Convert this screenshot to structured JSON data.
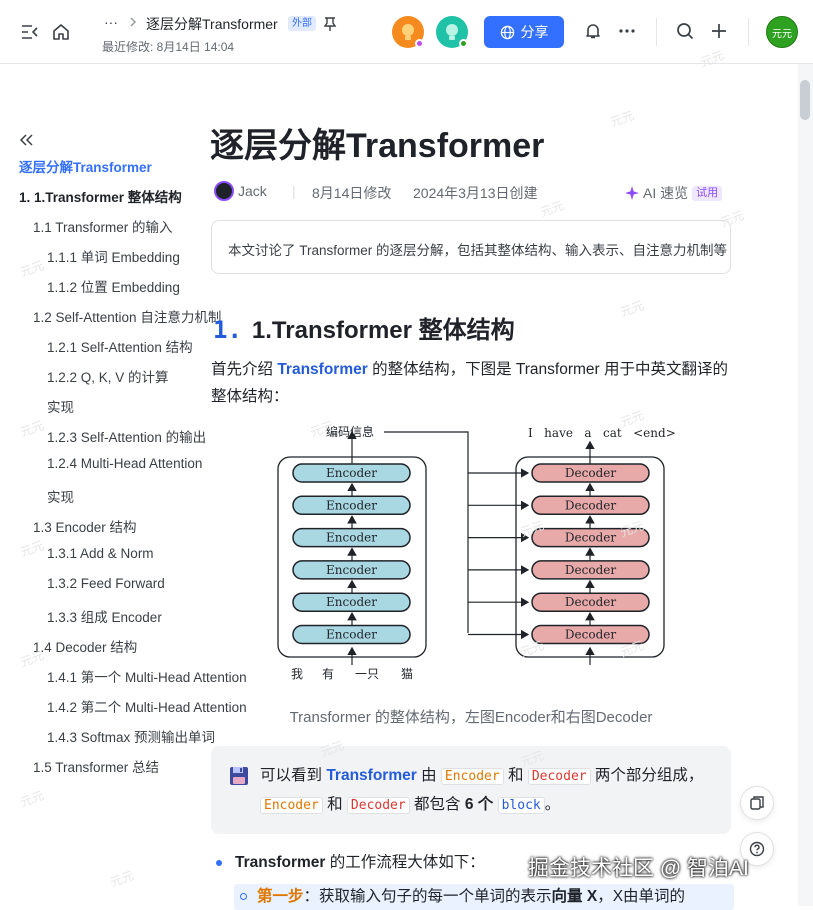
{
  "header": {
    "title": "逐层分解Transformer",
    "badge": "外部",
    "last_modified": "最近修改: 8月14日 14:04",
    "share_label": "分享",
    "user_avatar": "元元",
    "breadcrumb_more": "···"
  },
  "toc": {
    "items": [
      {
        "label": "逐层分解Transformer",
        "level": 0,
        "state": "active"
      },
      {
        "label": "1. 1.Transformer 整体结构",
        "level": 0,
        "state": "bold"
      },
      {
        "label": "1.1 Transformer 的输入",
        "level": 1
      },
      {
        "label": "1.1.1 单词 Embedding",
        "level": 2
      },
      {
        "label": "1.1.2 位置 Embedding",
        "level": 2
      },
      {
        "label": "1.2 Self-Attention 自注意力机制",
        "level": 1
      },
      {
        "label": "1.2.1 Self-Attention 结构",
        "level": 2
      },
      {
        "label": "1.2.2 Q, K, V 的计算",
        "level": 2
      },
      {
        "label": "实现",
        "level": 2
      },
      {
        "label": "1.2.3 Self-Attention 的输出",
        "level": 2
      },
      {
        "label": "1.2.4 Multi-Head Attention",
        "level": 2
      },
      {
        "label": "实现",
        "level": 2
      },
      {
        "label": "1.3 Encoder 结构",
        "level": 1
      },
      {
        "label": "1.3.1 Add & Norm",
        "level": 2
      },
      {
        "label": "1.3.2 Feed Forward",
        "level": 2
      },
      {
        "label": "1.3.3 组成 Encoder",
        "level": 2
      },
      {
        "label": "1.4 Decoder 结构",
        "level": 1
      },
      {
        "label": "1.4.1 第一个 Multi-Head Attention",
        "level": 2
      },
      {
        "label": "1.4.2 第二个 Multi-Head Attention",
        "level": 2
      },
      {
        "label": "1.4.3 Softmax 预测输出单词",
        "level": 2
      },
      {
        "label": "1.5 Transformer 总结",
        "level": 1
      }
    ]
  },
  "doc": {
    "title": "逐层分解Transformer",
    "author": "Jack",
    "modified": "8月14日修改",
    "created": "2024年3月13日创建",
    "ai_label": "AI 速览",
    "ai_badge": "试用",
    "summary": "本文讨论了 Transformer 的逐层分解，包括其整体结构、输入表示、自注意力机制等",
    "h1_num": "1.",
    "h1_text": "1.Transformer 整体结构",
    "para_pre": "首先介绍 ",
    "para_kw": "Transformer",
    "para_post": " 的整体结构，下图是 Transformer 用于中英文翻译的整体结构：",
    "caption": "Transformer 的整体结构，左图Encoder和右图Decoder",
    "callout": {
      "t1": "可以看到 ",
      "kw": "Transformer",
      "t2": " 由 ",
      "c1": "Encoder",
      "t3": " 和 ",
      "c2": "Decoder",
      "t4": " 两个部分组成，",
      "c3": "Encoder",
      "t5": " 和 ",
      "c4": "Decoder",
      "t6": " 都包含 ",
      "num": "6 个",
      "t7": " ",
      "c5": "block",
      "t8": "。"
    },
    "bullet1_kw": "Transformer",
    "bullet1_rest": " 的工作流程大体如下：",
    "bullet2_step": "第一步",
    "bullet2_rest": "：获取输入句子的每一个单词的表示",
    "bullet2_bold": "向量 X",
    "bullet2_tail": "，X由单词的"
  },
  "diagram": {
    "encoder_label": "Encoder",
    "decoder_label": "Decoder",
    "encoder_count": 6,
    "decoder_count": 6,
    "top_left": "编码信息",
    "top_right": "I   have   a   cat   <end>",
    "inputs": [
      "我",
      "有",
      "一只",
      "猫"
    ],
    "encoder_fill": "#a9d8e2",
    "decoder_fill": "#e8a9a9"
  },
  "watermark": "掘金技术社区 @ 智泊AI",
  "watermark_tile": "元元"
}
